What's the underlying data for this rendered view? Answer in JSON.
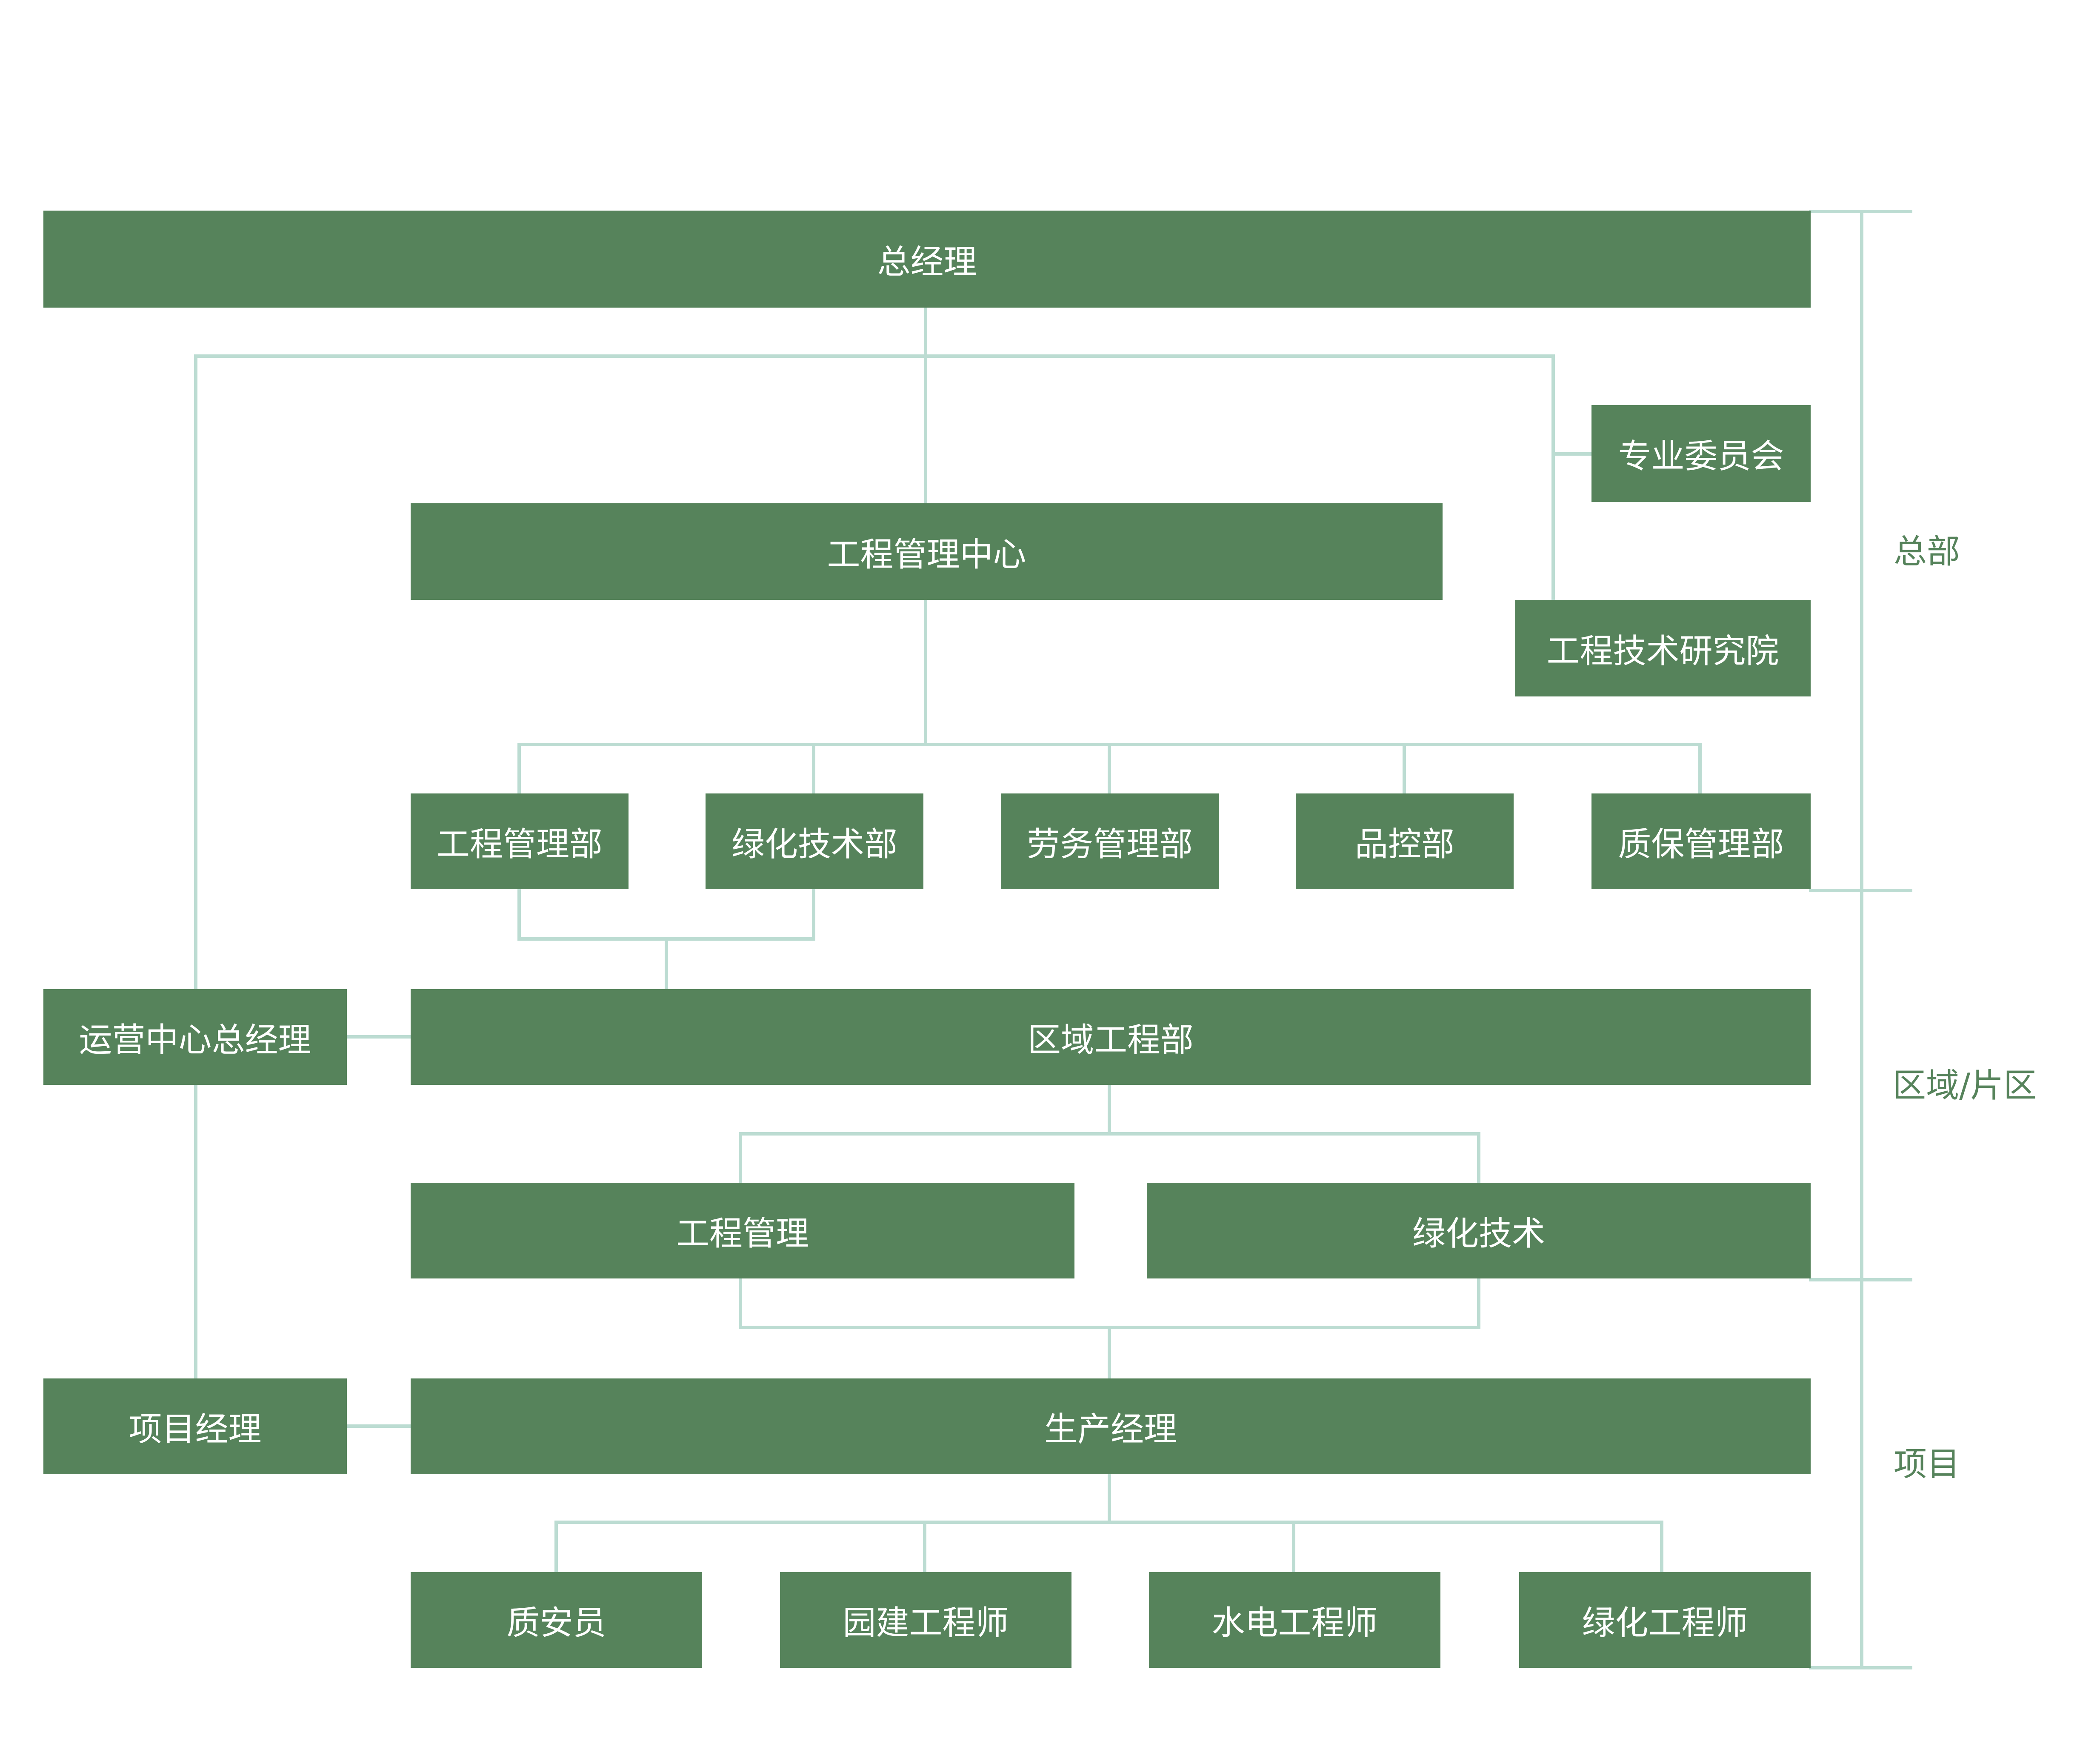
{
  "colors": {
    "box": "#56835b",
    "connector": "#bcdcd2",
    "tier_label": "#56835b"
  },
  "nodes": {
    "gm": "总经理",
    "committee": "专业委员会",
    "eng_center": "工程管理中心",
    "research": "工程技术研究院",
    "dept_eng": "工程管理部",
    "dept_green": "绿化技术部",
    "dept_labor": "劳务管理部",
    "dept_qc": "品控部",
    "dept_warranty": "质保管理部",
    "ops_gm": "运营中心总经理",
    "region_eng": "区域工程部",
    "eng_mgmt": "工程管理",
    "green_tech": "绿化技术",
    "pm": "项目经理",
    "prod_mgr": "生产经理",
    "safety": "质安员",
    "garden_eng": "园建工程师",
    "mep_eng": "水电工程师",
    "green_eng": "绿化工程师"
  },
  "tiers": {
    "hq": "总部",
    "region": "区域/片区",
    "project": "项目"
  }
}
